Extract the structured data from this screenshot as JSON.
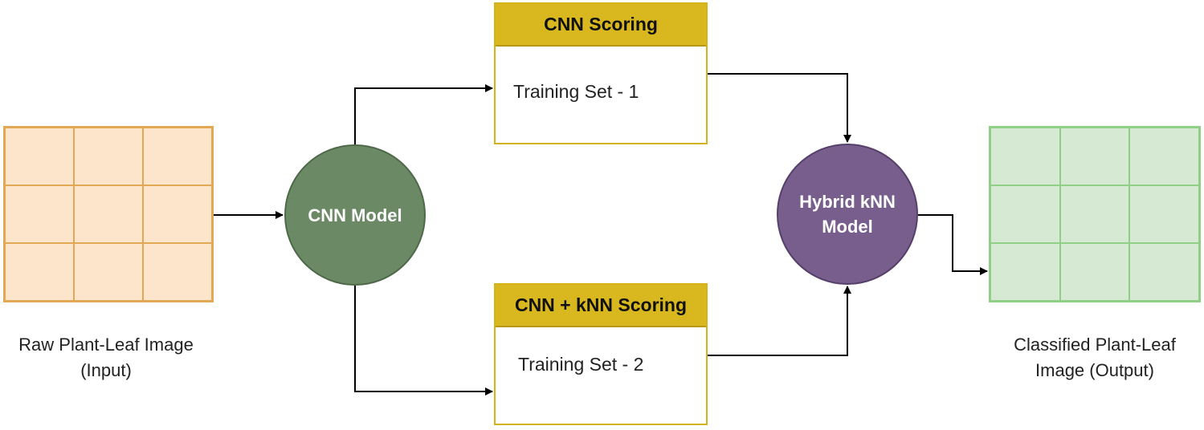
{
  "input": {
    "caption_line1": "Raw Plant-Leaf Image",
    "caption_line2": "(Input)",
    "color_fill": "#fde5cc",
    "color_border": "#e3a853"
  },
  "cnn_model": {
    "label": "CNN Model",
    "color": "#6b8965"
  },
  "panels": {
    "top": {
      "header": "CNN Scoring",
      "body": "Training Set - 1"
    },
    "bottom": {
      "header": "CNN + kNN Scoring",
      "body": "Training Set - 2"
    },
    "header_color": "#d9b81f"
  },
  "hybrid_model": {
    "label_line1": "Hybrid kNN",
    "label_line2": "Model",
    "color": "#775e8c"
  },
  "output": {
    "caption_line1": "Classified Plant-Leaf",
    "caption_line2": "Image (Output)",
    "color_fill": "#d6ead3",
    "color_border": "#8fcf86"
  }
}
